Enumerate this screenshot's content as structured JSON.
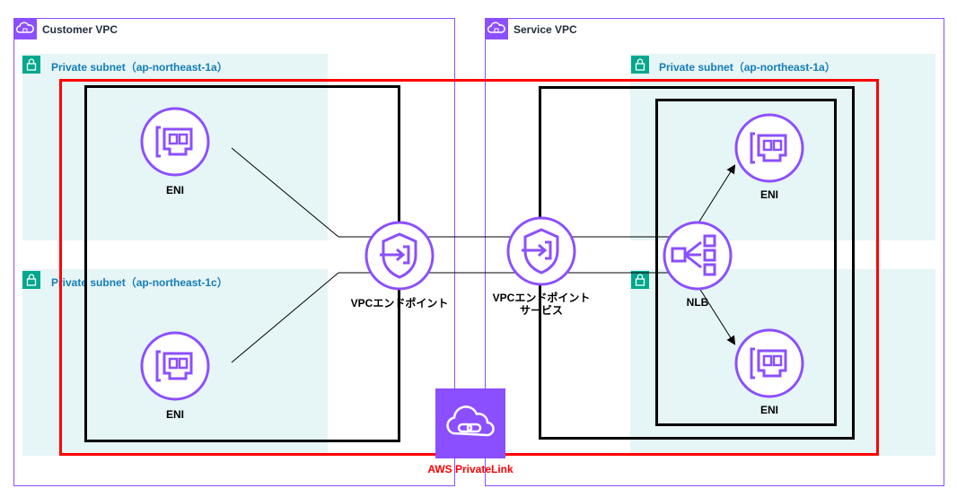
{
  "customer_vpc": {
    "label": "Customer VPC",
    "subnet_1a": "Private subnet（ap-northeast-1a）",
    "subnet_1c": "Private subnet（ap-northeast-1c）",
    "eni_top": "ENI",
    "eni_bottom": "ENI",
    "endpoint": "VPCエンドポイント"
  },
  "service_vpc": {
    "label": "Service VPC",
    "subnet_1a": "Private subnet（ap-northeast-1a）",
    "endpoint_service_line1": "VPCエンドポイント",
    "endpoint_service_line2": "サービス",
    "nlb": "NLB",
    "eni_top": "ENI",
    "eni_bottom": "ENI"
  },
  "privatelink": {
    "label": "AWS PrivateLink"
  },
  "colors": {
    "vpc_border": "#8c4fff",
    "subnet_fill": "#e6f5f5",
    "subnet_badge": "#01a88d",
    "subnet_label": "#147eba",
    "icon_purple": "#8c4fff",
    "privatelink_fill": "#8c4fff",
    "privatelink_border": "#ff0000"
  }
}
